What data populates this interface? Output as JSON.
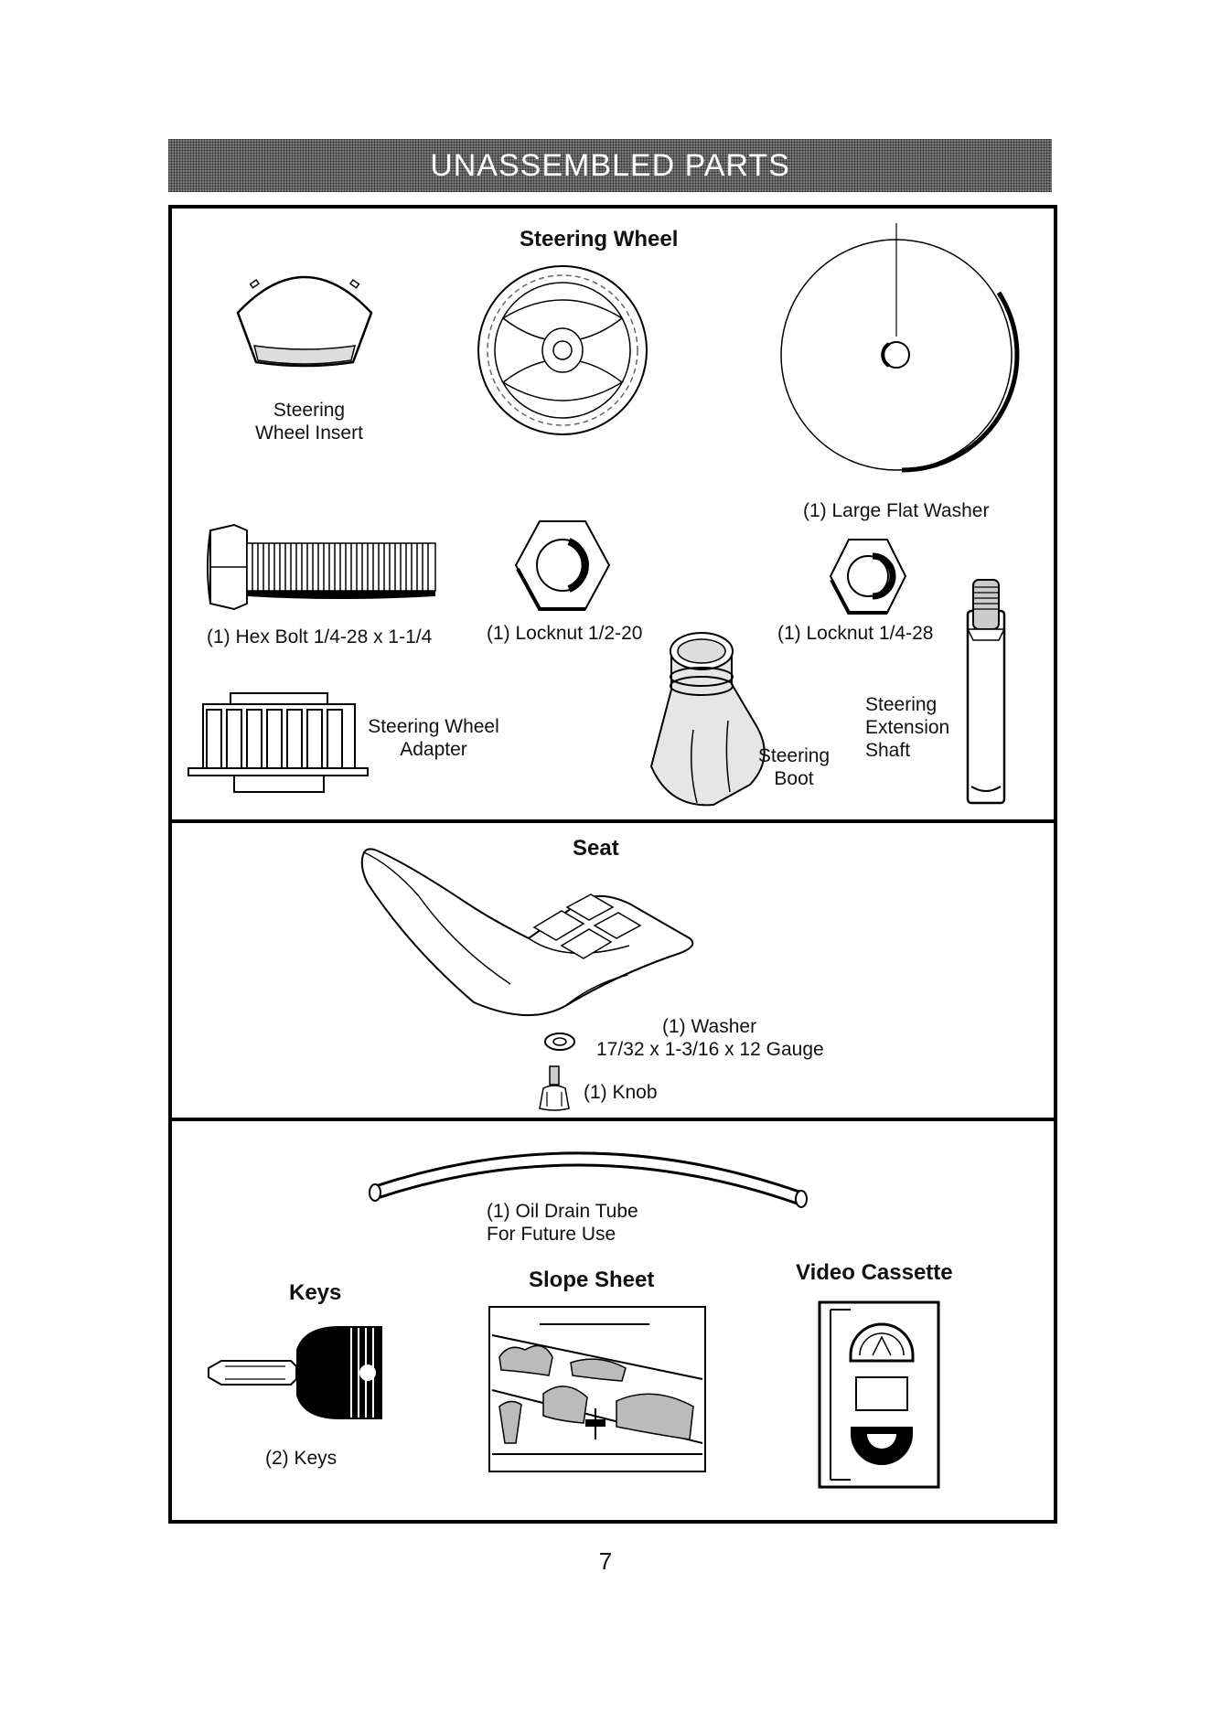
{
  "page": {
    "title": "UNASSEMBLED PARTS",
    "page_number": "7"
  },
  "sections": {
    "steering": {
      "heading": "Steering Wheel",
      "parts": {
        "wheel_insert": [
          "Steering",
          "Wheel Insert"
        ],
        "large_flat_washer": "(1) Large Flat Washer",
        "hex_bolt": "(1) Hex Bolt  1/4-28 x 1-1/4",
        "locknut_half": "(1) Locknut  1/2-20",
        "locknut_quarter": "(1) Locknut  1/4-28",
        "wheel_adapter": [
          "Steering Wheel",
          "Adapter"
        ],
        "steering_boot": [
          "Steering",
          "Boot"
        ],
        "extension_shaft": [
          "Steering",
          "Extension",
          "Shaft"
        ]
      }
    },
    "seat": {
      "heading": "Seat",
      "parts": {
        "washer": [
          "(1) Washer",
          "17/32 x 1-3/16 x 12 Gauge"
        ],
        "knob": "(1) Knob"
      }
    },
    "misc": {
      "parts": {
        "oil_drain_tube": [
          "(1) Oil Drain Tube",
          "For Future Use"
        ]
      },
      "keys_heading": "Keys",
      "keys_label": "(2) Keys",
      "slope_sheet_heading": "Slope Sheet",
      "video_cassette_heading": "Video Cassette"
    }
  }
}
